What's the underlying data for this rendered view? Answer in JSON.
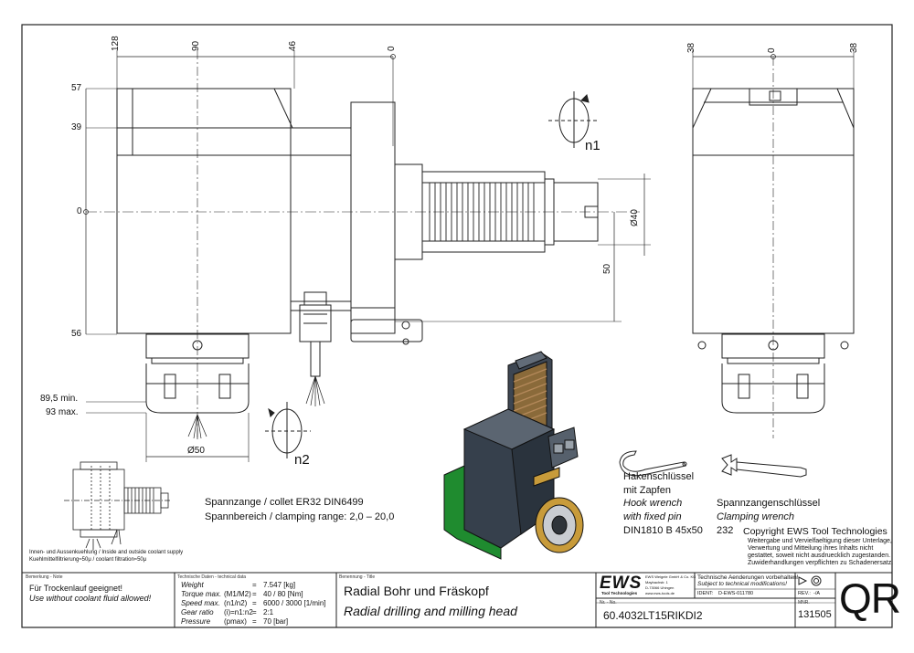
{
  "dims": {
    "top": [
      "128",
      "90",
      "46",
      "0"
    ],
    "left": [
      "57",
      "39",
      "0",
      "56"
    ],
    "len_min": "89,5 min.",
    "len_max": "93 max.",
    "d50": "Ø50",
    "d40": "Ø40",
    "d50_vert": "50",
    "right_top": [
      "38",
      "0",
      "38"
    ]
  },
  "rot": {
    "n1": "n1",
    "n2": "n2"
  },
  "collet": {
    "line1": "Spannzange / collet   ER32   DIN6499",
    "line2": "Spannbereich / clamping range: 2,0 – 20,0"
  },
  "coolant": {
    "line1": "Innen- und Aussenkuehlung / Inside and outside coolant supply",
    "line2": "Kuehlmittelfiltrierung≈50μ / coolant filtration≈50μ"
  },
  "hook": {
    "l1": "Hakenschlüssel",
    "l2": "mit Zapfen",
    "l3": "Hook wrench",
    "l4": "with fixed pin",
    "l5": "DIN1810 B 45x50"
  },
  "clamp": {
    "l1": "Spannzangenschlüssel",
    "l2": "Clamping wrench",
    "l3": "232"
  },
  "copyright": {
    "title": "Copyright EWS Tool Technologies",
    "l1": "Weitergabe und Vervielfaeltigung dieser Unterlage,",
    "l2": "Verwertung und Mitteilung ihres Inhalts nicht",
    "l3": "gestattet, soweit nicht ausdruecklich zugestanden.",
    "l4": "Zuwiderhandlungen verpflichten zu Schadenersatz."
  },
  "tb": {
    "note_hdr": "Bemerkung - Note",
    "note1": "Für Trockenlauf geeignet!",
    "note2": "Use without coolant fluid allowed!",
    "tech_hdr": "Technische Daten - technical data",
    "tech": [
      [
        "Weight",
        "",
        "=",
        "7.547 [kg]"
      ],
      [
        "Torque max.",
        "(M1/M2)",
        "=",
        "40 / 80 [Nm]"
      ],
      [
        "Speed max.",
        "(n1/n2)",
        "=",
        "6000 / 3000 [1/min]"
      ],
      [
        "Gear ratio",
        "(i)=n1:n2",
        "=",
        "2:1"
      ],
      [
        "Pressure",
        "(pmax)",
        "=",
        "70 [bar]"
      ]
    ],
    "title_hdr": "Benennung - Title",
    "title_de": "Radial Bohr und Fräskopf",
    "title_en": "Radial drilling and milling head",
    "logo": "EWS",
    "logo_sub": "Tool Technologies",
    "company1": "EWS Weigele GmbH & Co. KG",
    "company2": "Maybachstr. 1",
    "company3": "D-73066 Uhingen",
    "company4": "www.ews-tools.de",
    "tech_changes1": "Technische Aenderungen vorbehalten!",
    "tech_changes2": "Subject to technical modifications!",
    "ident_label": "IDENT:",
    "ident": "D-EWS-011780",
    "rev_label": "REV.:",
    "rev": "-/A",
    "nr_hdr": "Nr. - No.",
    "part_no": "60.4032LT15RIKDI2",
    "mnr_hdr": "MNR.",
    "mnr": "131505",
    "qr": "QR"
  }
}
